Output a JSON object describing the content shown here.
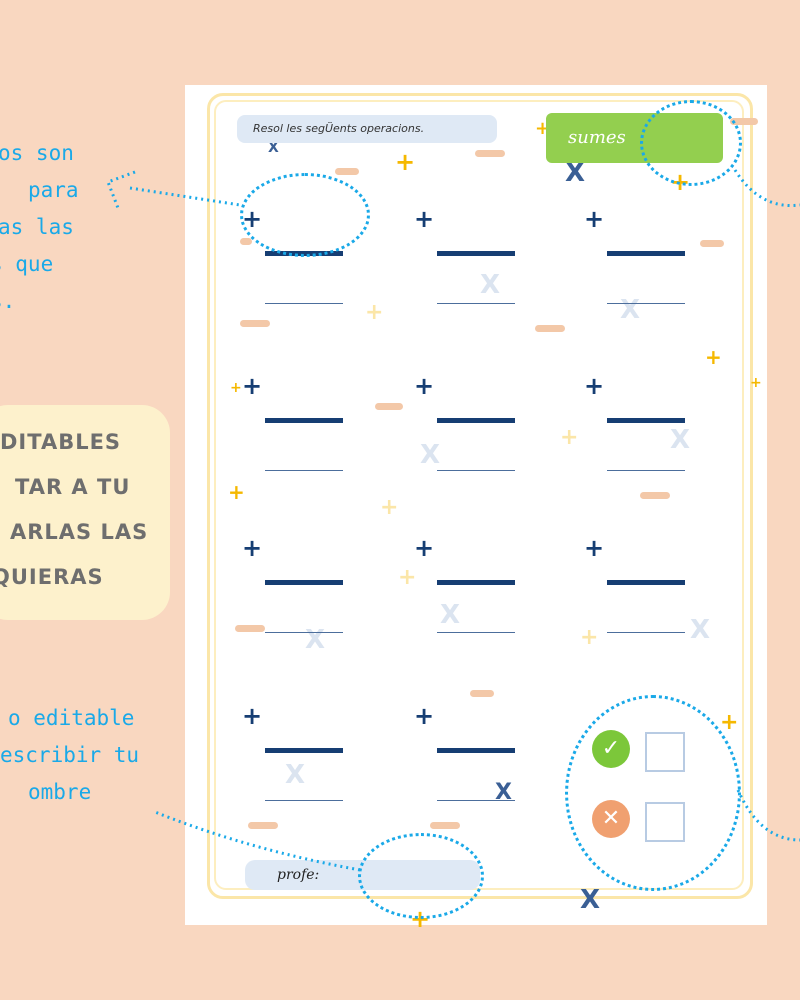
{
  "left_text_top": [
    "os son",
    "para",
    "as las",
    "s que",
    "s."
  ],
  "left_callout": [
    "DITABLES",
    "TAR A TU",
    "ARLAS LAS",
    "QUIERAS"
  ],
  "left_text_bottom": [
    "o editable",
    "escribir tu",
    "ombre"
  ],
  "worksheet": {
    "instruction": "Resol les segÜents operacions.",
    "title": "sumes",
    "teacher_label": "profe:",
    "correct_icon": "✓",
    "wrong_icon": "✕"
  },
  "operations": [
    {
      "sign": "+"
    },
    {
      "sign": "+"
    },
    {
      "sign": "+"
    },
    {
      "sign": "+"
    },
    {
      "sign": "+"
    },
    {
      "sign": "+"
    },
    {
      "sign": "+"
    },
    {
      "sign": "+"
    },
    {
      "sign": "+"
    },
    {
      "sign": "+"
    },
    {
      "sign": "+"
    }
  ],
  "colors": {
    "background": "#f9d7c0",
    "accent_blue": "#1aa9e8",
    "green": "#93cf4f",
    "navy": "#163e73",
    "orange": "#f0a070"
  }
}
